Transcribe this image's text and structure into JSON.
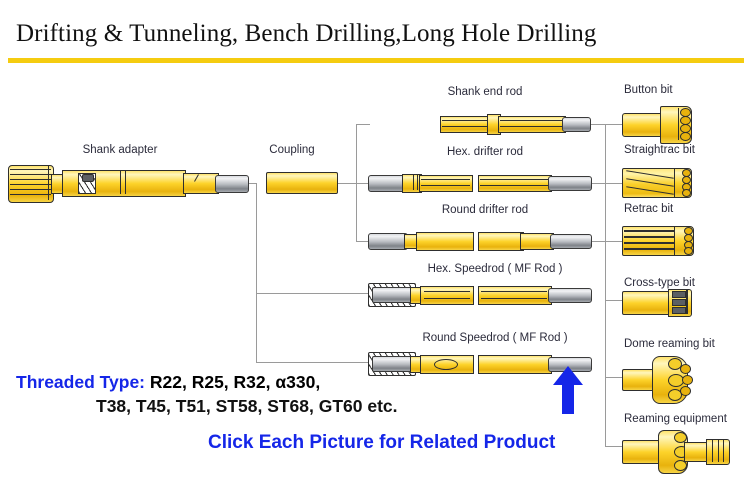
{
  "header": {
    "title": "Drifting & Tunneling, Bench Drilling,Long Hole Drilling",
    "rule_color": "#f5cc10"
  },
  "left_column": {
    "items": [
      {
        "label": "Shank adapter",
        "name": "shank-adapter"
      },
      {
        "label": "Coupling",
        "name": "coupling"
      }
    ]
  },
  "rods": [
    {
      "label": "Shank end rod",
      "name": "shank-end-rod"
    },
    {
      "label": "Hex. drifter rod",
      "name": "hex-drifter-rod"
    },
    {
      "label": "Round drifter rod",
      "name": "round-drifter-rod"
    },
    {
      "label": "Hex. Speedrod ( MF Rod )",
      "name": "hex-speedrod"
    },
    {
      "label": "Round Speedrod ( MF Rod )",
      "name": "round-speedrod"
    }
  ],
  "bits": [
    {
      "label": "Button bit",
      "name": "button-bit"
    },
    {
      "label": "Straightrac bit",
      "name": "straightrac-bit"
    },
    {
      "label": "Retrac bit",
      "name": "retrac-bit"
    },
    {
      "label": "Cross-type bit",
      "name": "cross-type-bit"
    },
    {
      "label": "Dome reaming bit",
      "name": "dome-reaming-bit"
    },
    {
      "label": "Reaming equipment",
      "name": "reaming-equipment"
    }
  ],
  "footer": {
    "threaded_label": "Threaded Type:",
    "threaded_line1": " R22, R25, R32, α330,",
    "threaded_line2": "T38, T45, T51, ST58, ST68, GT60 etc.",
    "cta": "Click Each Picture for Related Product",
    "arrow_color": "#1526e8",
    "accent_color": "#1526e8"
  }
}
